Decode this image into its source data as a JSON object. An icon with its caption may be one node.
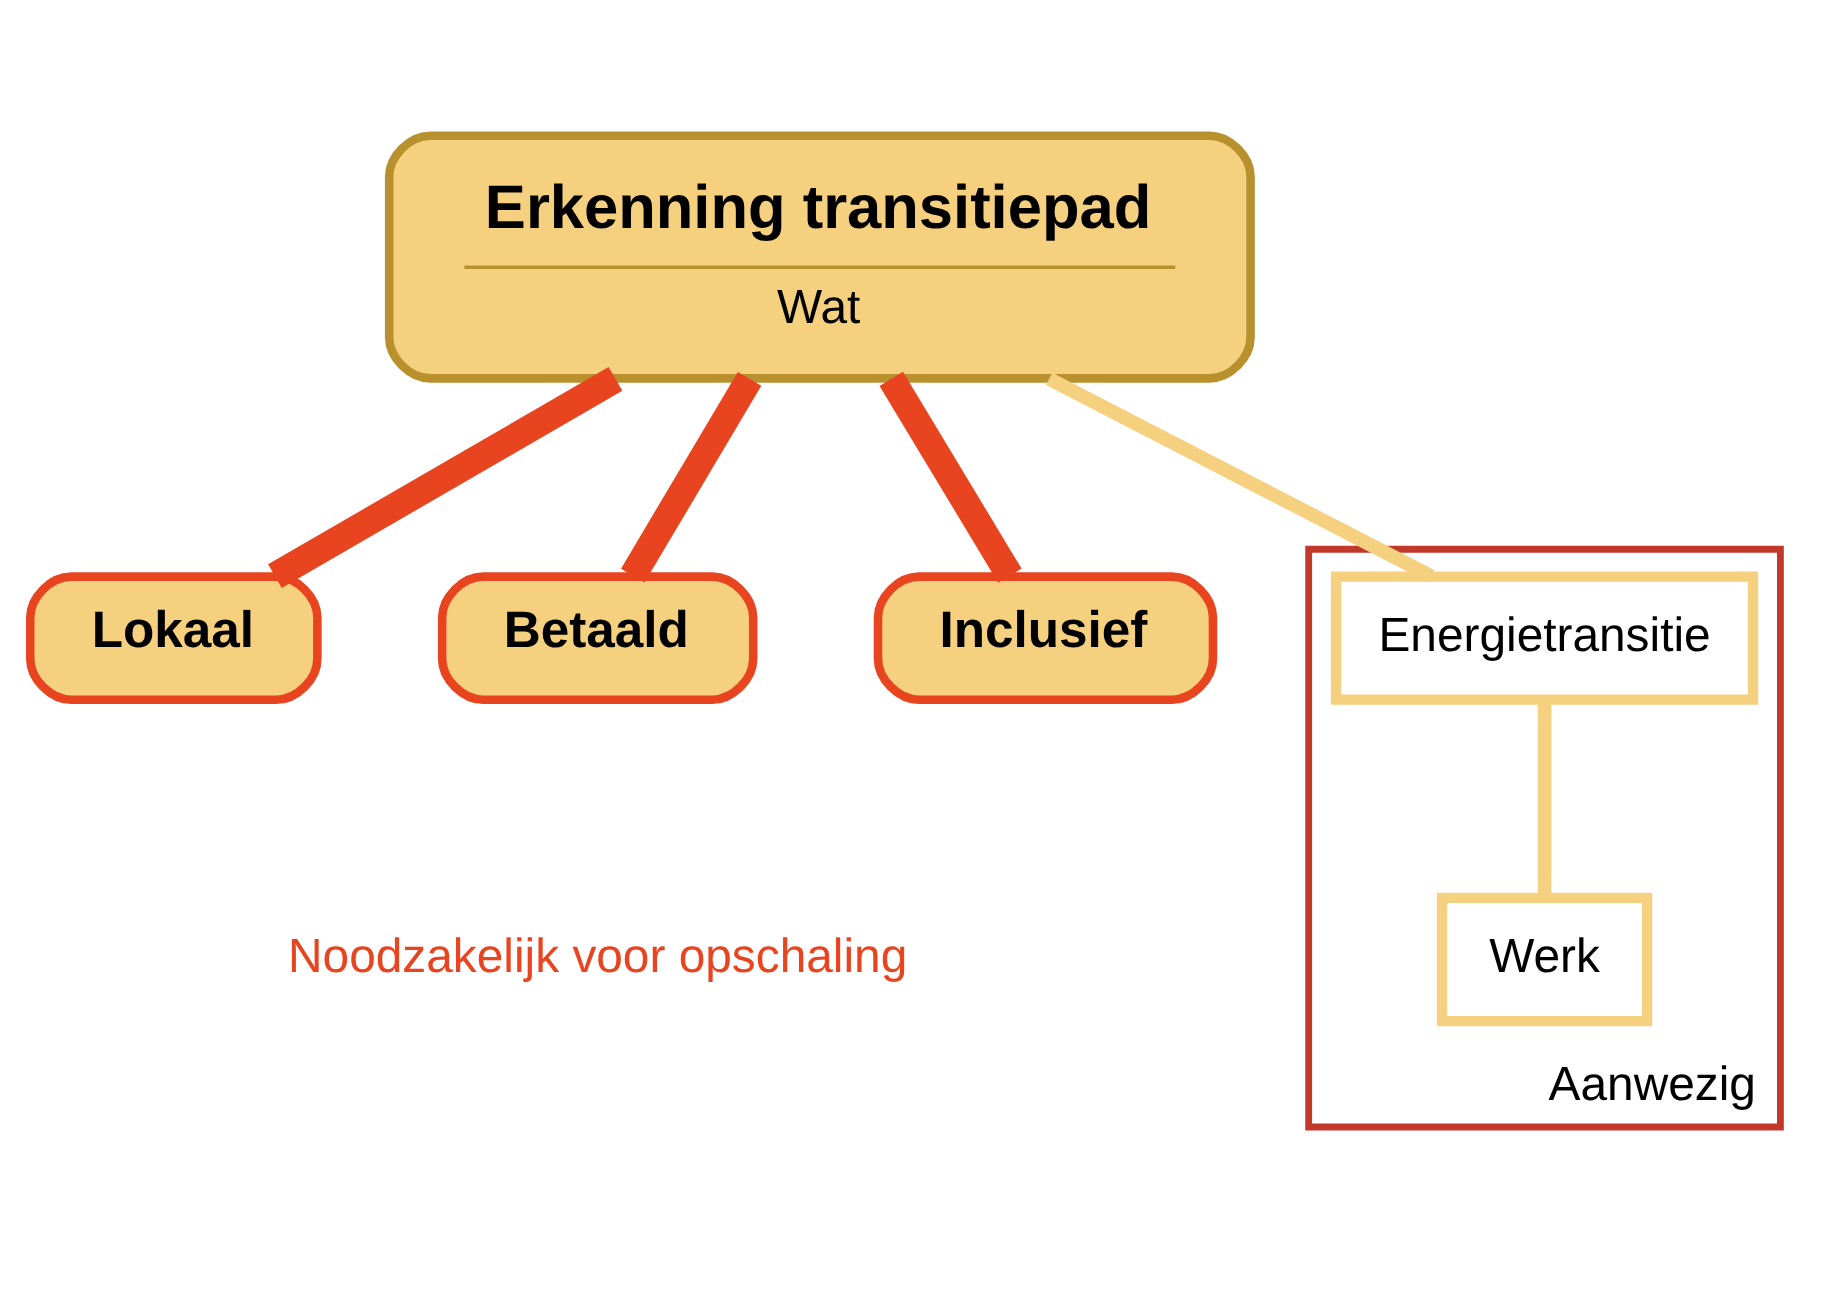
{
  "diagram": {
    "nodes": [
      {
        "text": [
          "Erkenning transitiepad",
          "Wat"
        ]
      },
      {
        "text": [
          "Lokaal"
        ]
      },
      {
        "text": [
          "Betaald"
        ]
      },
      {
        "text": [
          "Inclusief"
        ]
      },
      {
        "text": [
          "Aanwezig"
        ]
      },
      {
        "text": [
          "Energietransitie"
        ],
        "in": 4
      },
      {
        "text": [
          "Werk"
        ],
        "in": 4
      }
    ],
    "edges": [
      {
        "from": 0,
        "to": 1,
        "arrow": "none"
      },
      {
        "from": 0,
        "to": 2,
        "arrow": "none"
      },
      {
        "from": 0,
        "to": 3,
        "arrow": "none"
      },
      {
        "from": 0,
        "to": 5,
        "arrow": "none",
        "color": "#f5d07f"
      },
      {
        "from": 5,
        "to": 6,
        "arrow": "none",
        "color": "#f5d07f"
      }
    ],
    "labels": [
      "Noodzakelijk voor opschaling"
    ]
  }
}
